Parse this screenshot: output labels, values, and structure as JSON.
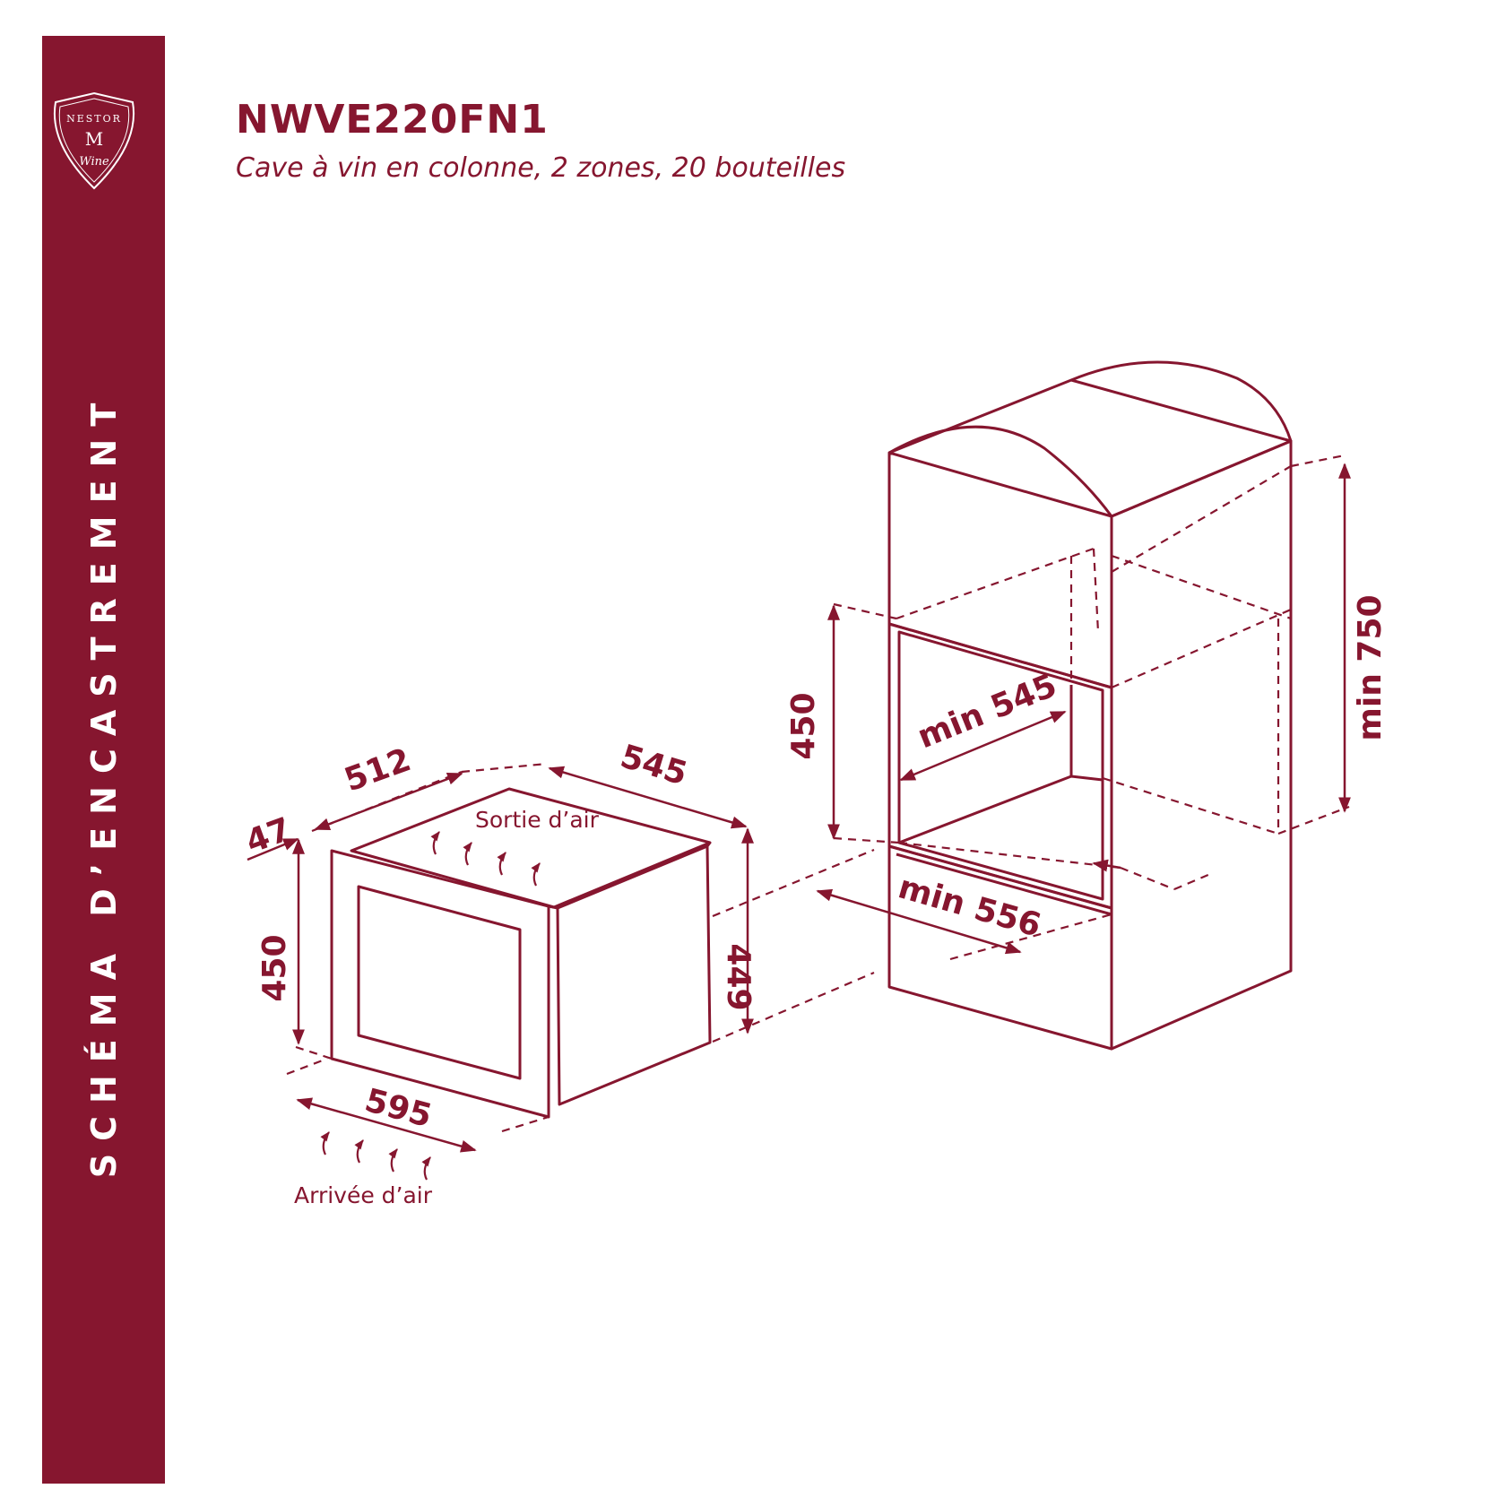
{
  "sidebar": {
    "title": "SCHÉMA D’ENCASTREMENT",
    "color": "#86162f"
  },
  "logo": {
    "text_top": "NESTOR",
    "monogram": "M",
    "text_bottom": "Wine"
  },
  "header": {
    "model": "NWVE220FN1",
    "subtitle": "Cave à vin en colonne, 2 zones, 20 bouteilles"
  },
  "appliance": {
    "dimensions": {
      "depth_top": "512",
      "depth_body": "545",
      "door_thickness": "47",
      "front_height": "450",
      "side_height": "449",
      "width": "595"
    },
    "labels": {
      "air_out": "Sortie d’air",
      "air_in": "Arrivée d’air"
    }
  },
  "niche": {
    "dimensions": {
      "height": "450",
      "depth": "min 545",
      "width": "min 556",
      "column_height": "min 750"
    }
  },
  "colors": {
    "accent": "#86162f",
    "background": "#ffffff"
  }
}
